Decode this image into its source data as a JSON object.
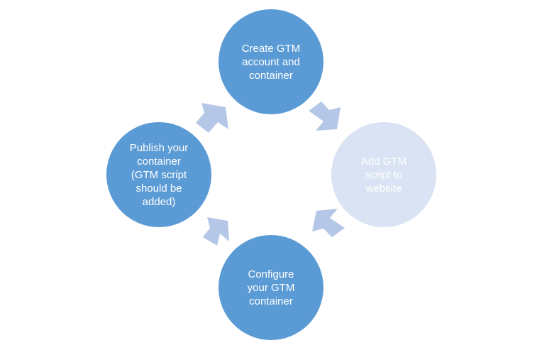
{
  "diagram": {
    "type": "cycle",
    "colors": {
      "node_primary": "#5b9bd5",
      "node_light": "#dae3f3",
      "arrow": "#b4c7e7",
      "text_light": "#ffffff"
    },
    "nodes": {
      "create": "Create GTM account and container",
      "add": "Add GTM script to website",
      "configure": "Configure your GTM container",
      "publish": "Publish your container (GTM script should be added)"
    }
  }
}
